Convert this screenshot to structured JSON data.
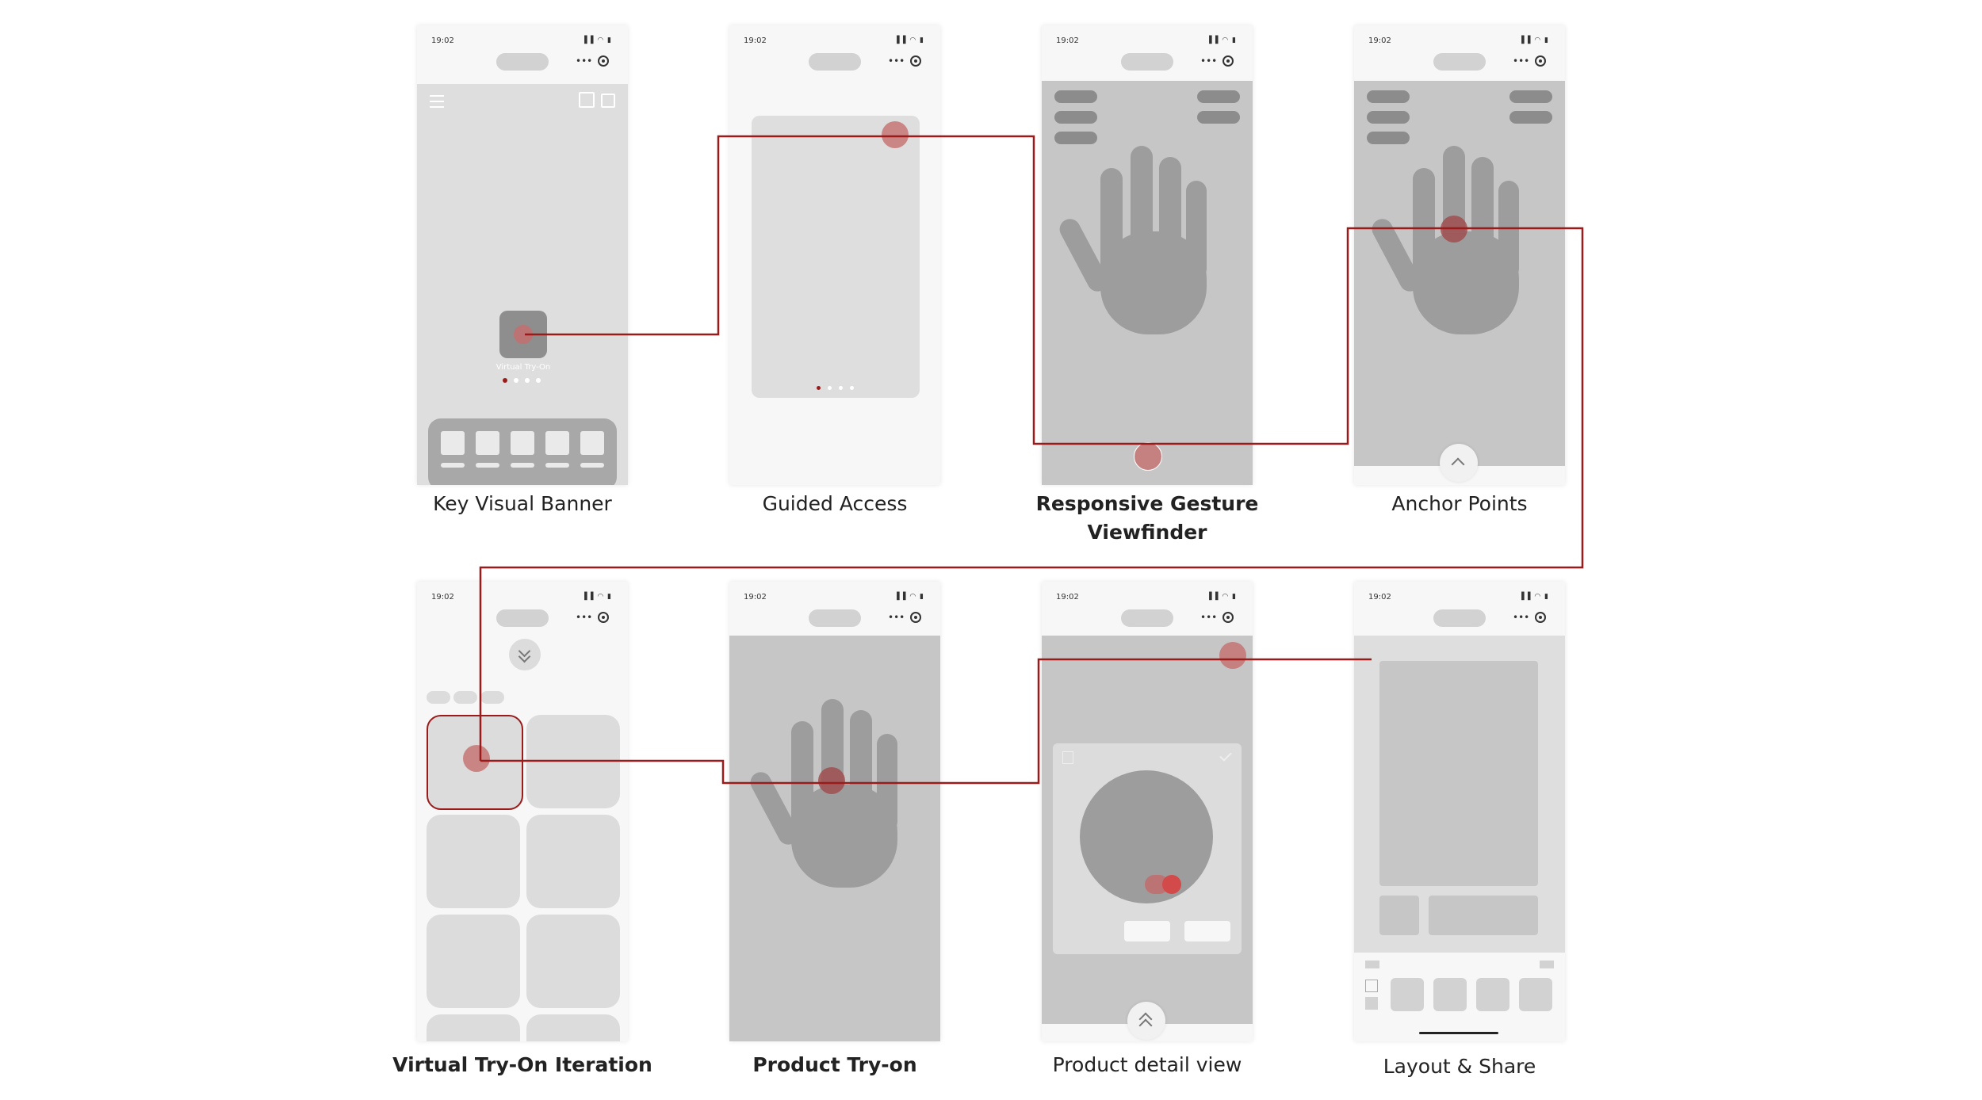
{
  "status_time": "19:02",
  "status_icons": "▐▐ ◠ ▮",
  "more_glyph": "•••",
  "accent_color": "#9b1b1b",
  "hotspot_color": "#c46e6e",
  "app_icon_label": "Virtual Try-On",
  "screens": [
    {
      "caption": "Key Visual Banner"
    },
    {
      "caption": "Guided Access"
    },
    {
      "caption": "Responsive Gesture\nViewfinder"
    },
    {
      "caption": "Anchor Points"
    },
    {
      "caption": "Virtual Try-On Iteration"
    },
    {
      "caption": "Product Try-on"
    },
    {
      "caption": "Product detail view"
    },
    {
      "caption": "Layout & Share"
    }
  ],
  "icons": [
    "menu-icon",
    "layers-icon",
    "bag-icon",
    "cube-icon",
    "chevron-up-icon",
    "chevron-double-down-icon",
    "hand-icon",
    "file-icon",
    "check-icon"
  ]
}
